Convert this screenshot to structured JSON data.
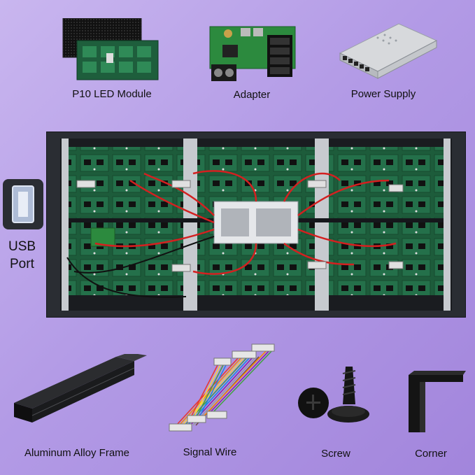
{
  "top_items": {
    "module_label": "P10  LED  Module",
    "adapter_label": "Adapter",
    "power_label": "Power Supply"
  },
  "side": {
    "usb_line1": "USB",
    "usb_line2": "Port"
  },
  "bottom_items": {
    "frame_label": "Aluminum Alloy Frame",
    "wire_label": "Signal Wire",
    "screw_label": "Screw",
    "corner_label": "Corner"
  },
  "colors": {
    "background": "#b39be6",
    "panel_frame": "#2a2d33",
    "led_green": "#1f6b45",
    "cable_red": "#d42020"
  }
}
